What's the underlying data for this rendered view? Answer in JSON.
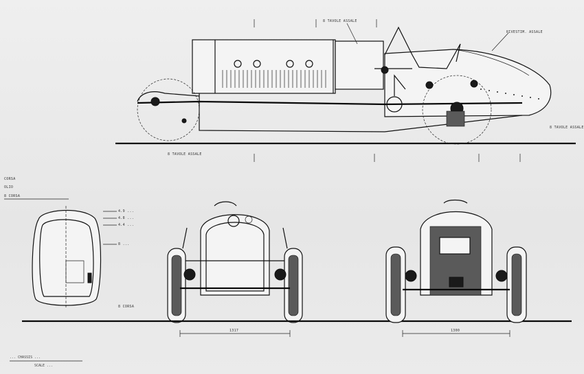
{
  "labels": {
    "top_dim_a": "8 TAVOLE ASSALE",
    "top_dim_b": "RIVESTIM. ASSALE",
    "right_dim": "8 TAVOLE ASSALE",
    "bottom_dim": "8 TAVOLE ASSALE",
    "left_dim_1": "CORSA",
    "left_dim_2": "OLIO",
    "left_dim_3": "8 CORSA",
    "section_1": "4.9 ...",
    "section_2": "4.8 ...",
    "section_3": "4.4 ...",
    "section_4": "8 ...",
    "section_5": "8 CORSA",
    "front_track": "1317",
    "rear_track": "1300",
    "caption_line_1": "... CHASSIS ...",
    "caption_line_2": "SCALE ..."
  }
}
